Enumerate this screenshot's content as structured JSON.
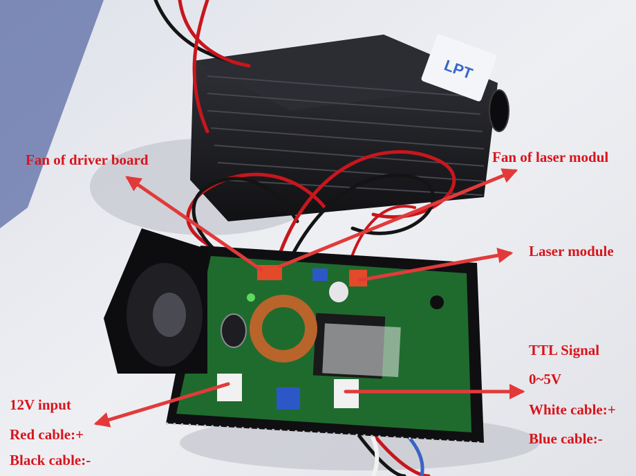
{
  "colors": {
    "label_text": "#d8141c",
    "arrow": "#e23a3a",
    "background": "#e9eaef",
    "heatsink": "#1b1b1f",
    "pcb": "#1f6b2e",
    "enclosure": "#0f0f12",
    "copper": "#b8642a",
    "red_wire": "#c8161d",
    "black_wire": "#141414"
  },
  "labels": {
    "fan_driver": "Fan of driver board",
    "fan_laser": "Fan of laser modul",
    "laser_module": "Laser module",
    "ttl_signal": "TTL Signal",
    "ttl_range": "0~5V",
    "white_cable": "White cable:+",
    "blue_cable": "Blue cable:-",
    "input_12v": "12V input",
    "red_cable": "Red cable:+",
    "black_cable": "Black cable:-"
  },
  "module_logo": "LPT"
}
